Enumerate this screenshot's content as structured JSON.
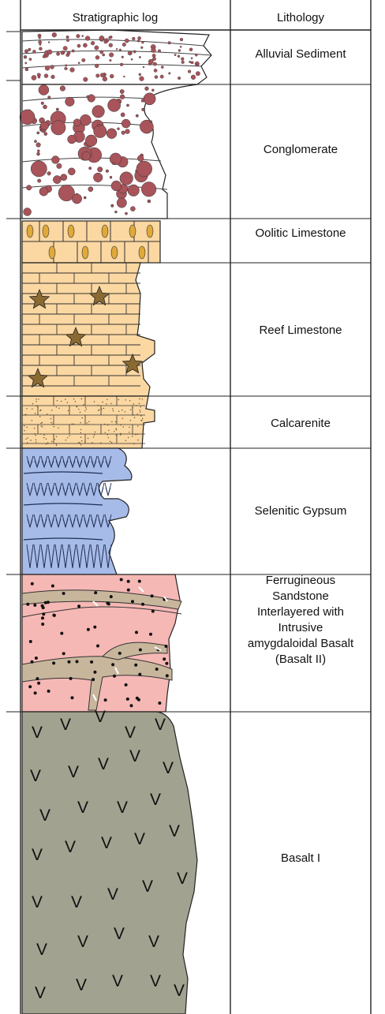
{
  "headers": {
    "log": "Stratigraphic log",
    "lithology": "Lithology"
  },
  "units": [
    {
      "id": "alluvial",
      "lines": [
        "Alluvial Sediment"
      ],
      "color": "#ffffff",
      "accent": "#a8545a"
    },
    {
      "id": "conglomerate",
      "lines": [
        "Conglomerate"
      ],
      "color": "#ffffff",
      "accent": "#a8545a"
    },
    {
      "id": "oolitic",
      "lines": [
        "Oolitic Limestone"
      ],
      "color": "#fbd7a2",
      "accent": "#e0a93a"
    },
    {
      "id": "reef",
      "lines": [
        "Reef Limestone"
      ],
      "color": "#fbd7a2",
      "accent": "#8a6a33"
    },
    {
      "id": "calcarenite",
      "lines": [
        "Calcarenite"
      ],
      "color": "#fbd7a2",
      "accent": "#5a4a2a"
    },
    {
      "id": "gypsum",
      "lines": [
        "Selenitic Gypsum"
      ],
      "color": "#a7bbe8",
      "accent": "#1f2f55"
    },
    {
      "id": "sandstone",
      "lines": [
        "Ferrugineous",
        "Sandstone",
        "Interlayered with",
        "Intrusive",
        "amygdaloidal Basalt",
        "(Basalt II)"
      ],
      "color": "#f6b8b5",
      "accent": "#b8a48a"
    },
    {
      "id": "basalt",
      "lines": [
        "Basalt I"
      ],
      "color": "#a2a290",
      "accent": "#111111"
    }
  ]
}
